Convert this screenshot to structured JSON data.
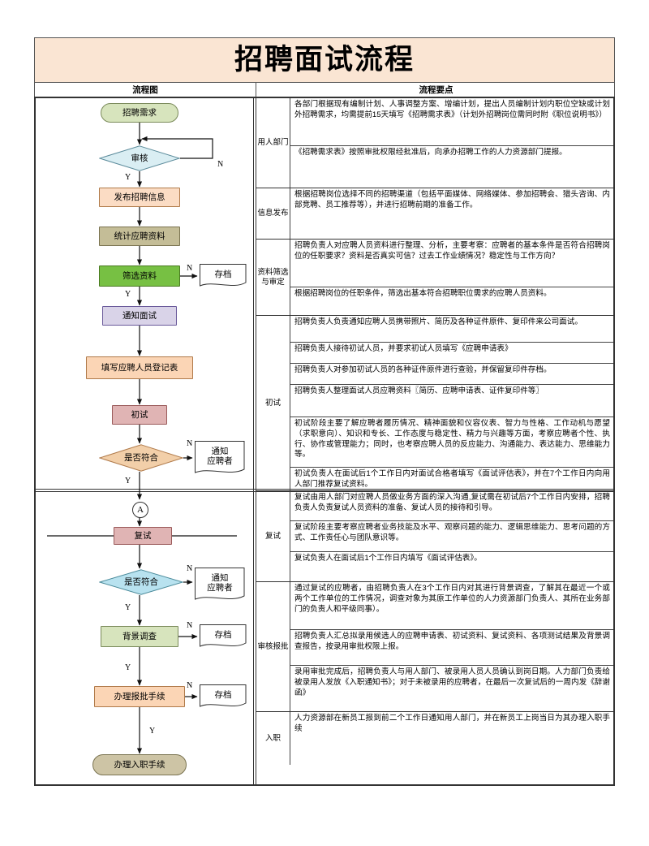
{
  "title": "招聘面试流程",
  "headers": {
    "left": "流程图",
    "right": "流程要点"
  },
  "colors": {
    "title_bg": "#fae5d3",
    "start_node": "#d7e4bd",
    "end_node": "#cdc4a5",
    "decision_blue": "#daeef3",
    "decision_orange": "#f2cfa9",
    "publish": "#fbdcc4",
    "statistic": "#c4bd97",
    "screen_green": "#77c043",
    "notify_purple": "#d9d3e8",
    "register_orange": "#fbd5b5",
    "first_interview": "#e0b4b4",
    "background_check": "#d7e4bd",
    "approval": "#fbd5b5"
  },
  "flow": {
    "nodes": [
      {
        "id": "need",
        "label": "招聘需求",
        "shape": "terminal",
        "fill": "#d7e4bd",
        "stroke": "#7a8a5a"
      },
      {
        "id": "review",
        "label": "审核",
        "shape": "diamond",
        "fill": "#daeef3",
        "stroke": "#5a8a9a"
      },
      {
        "id": "publish",
        "label": "发布招聘信息",
        "shape": "process",
        "fill": "#fbdcc4",
        "stroke": "#b07a4a"
      },
      {
        "id": "statistic",
        "label": "统计应聘资料",
        "shape": "process",
        "fill": "#c4bd97",
        "stroke": "#7a7350"
      },
      {
        "id": "screen",
        "label": "筛选资料",
        "shape": "process",
        "fill": "#77c043",
        "stroke": "#4a7a22"
      },
      {
        "id": "notify",
        "label": "通知面试",
        "shape": "process",
        "fill": "#d9d3e8",
        "stroke": "#6a5a9a"
      },
      {
        "id": "register",
        "label": "填写应聘人员登记表",
        "shape": "process",
        "fill": "#fbd5b5",
        "stroke": "#b07a4a"
      },
      {
        "id": "first",
        "label": "初试",
        "shape": "process",
        "fill": "#e0b4b4",
        "stroke": "#9a5a5a"
      },
      {
        "id": "match1",
        "label": "是否符合",
        "shape": "diamond",
        "fill": "#f2cfa9",
        "stroke": "#b07a4a"
      },
      {
        "id": "second",
        "label": "复试",
        "shape": "process",
        "fill": "#e0b4b4",
        "stroke": "#9a5a5a"
      },
      {
        "id": "match2",
        "label": "是否符合",
        "shape": "diamond",
        "fill": "#b8e2ef",
        "stroke": "#4a8a9a"
      },
      {
        "id": "bgcheck",
        "label": "背景调查",
        "shape": "process",
        "fill": "#d7e4bd",
        "stroke": "#7a8a5a"
      },
      {
        "id": "approval",
        "label": "办理报批手续",
        "shape": "process",
        "fill": "#fbd5b5",
        "stroke": "#b07a4a"
      },
      {
        "id": "onboard",
        "label": "办理入职手续",
        "shape": "terminal",
        "fill": "#cdc4a5",
        "stroke": "#7a7350"
      }
    ],
    "documents": [
      {
        "id": "archive1",
        "label": "存档"
      },
      {
        "id": "notify1",
        "label": "通知\n应聘者"
      },
      {
        "id": "notify2",
        "label": "通知\n应聘者"
      },
      {
        "id": "archive2",
        "label": "存档"
      },
      {
        "id": "archive3",
        "label": "存档"
      }
    ],
    "connector_label": "A",
    "edge_labels": {
      "yes": "Y",
      "no": "N"
    }
  },
  "table": {
    "groups": [
      {
        "label": "用人部门",
        "rows": [
          "各部门根据现有编制计划、人事调整方案、增编计划，提出人员编制计划内职位空缺或计划外招聘需求，均需提前15天填写《招聘需求表》（计划外招聘岗位需同时附《职位说明书》）",
          "《招聘需求表》按照审批权限经批准后，向承办招聘工作的人力资源部门提报。"
        ]
      },
      {
        "label": "信息发布",
        "rows": [
          "根据招聘岗位选择不同的招聘渠道（包括平面媒体、网络媒体、参加招聘会、猎头咨询、内部竞聘、员工推荐等），并进行招聘前期的准备工作。"
        ]
      },
      {
        "label": "资料筛选与审定",
        "rows": [
          "招聘负责人对应聘人员资料进行整理、分析，主要考察：应聘者的基本条件是否符合招聘岗位的任职要求？资料是否真实可信？过去工作业绩情况？稳定性与工作方向？",
          "根据招聘岗位的任职条件，筛选出基本符合招聘职位需求的应聘人员资料。"
        ]
      },
      {
        "label": "初试",
        "rows": [
          "招聘负责人负责通知应聘人员携带照片、简历及各种证件原件、复印件来公司面试。",
          "招聘负责人接待初试人员，并要求初试人员填写《应聘申请表》",
          "招聘负责人对参加初试人员的各种证件原件进行查验，并保留复印件存档。",
          "招聘负责人整理面试人员应聘资料〖简历、应聘申请表、证件复印件等〗",
          "初试阶段主要了解应聘者履历情况、精神面貌和仪容仪表、智力与性格、工作动机与愿望（求职意向）、知识和专长、工作态度与稳定性、精力与兴趣等方面，考察应聘者个性、执行、协作或管理能力；同时，也考察应聘人员的反应能力、沟通能力、表达能力、思维能力等。",
          "初试负责人在面试后1个工作日内对面试合格者填写《面试评估表》，并在7个工作日内向用人部门推荐复试资料。"
        ]
      },
      {
        "label": "复试",
        "rows": [
          "复试由用人部门对应聘人员做业务方面的深入沟通,复试需在初试后7个工作日内安排，招聘负责人负责复试人员资料的准备、复试人员的接待和引导。",
          "复试阶段主要考察应聘者业务技能及水平、观察问题的能力、逻辑思维能力、思考问题的方式、工作责任心与团队意识等。",
          "复试负责人在面试后1个工作日内填写《面试评估表》。"
        ]
      },
      {
        "label": "审核报批",
        "rows": [
          "通过复试的应聘者，由招聘负责人在3个工作日内对其进行背景调查，了解其在最近一个或两个工作单位的工作情况，调查对象为其原工作单位的人力资源部门负责人、其所在业务部门的负责人和平级同事）。",
          "招聘负责人汇总拟录用候选人的应聘申请表、初试资料、复试资料、各项测试结果及背景调查报告，按录用审批权限上报。",
          "录用审批完成后，招聘负责人与用人部门、被录用人员人员确认到岗日期。人力部门负责给被录用人发放《入职通知书》；对于未被录用的应聘者，在最后一次复试后的一周内发《辞谢函》"
        ]
      },
      {
        "label": "入职",
        "rows": [
          "人力资源部在新员工报到前二个工作日通知用人部门，并在新员工上岗当日为其办理入职手续"
        ]
      }
    ]
  }
}
